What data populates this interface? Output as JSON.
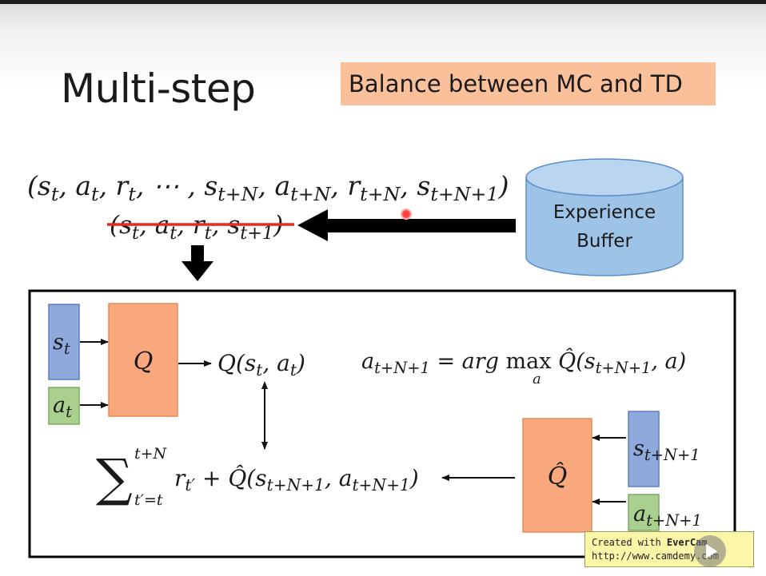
{
  "slide": {
    "title": "Multi-step",
    "banner": "Balance between MC and TD",
    "buffer_label_line1": "Experience",
    "buffer_label_line2": "Buffer"
  },
  "formulas": {
    "sequence": "(s_t, a_t, r_t, ⋯, s_{t+N}, a_{t+N}, r_{t+N}, s_{t+N+1})",
    "struck_tuple": "(s_t, a_t, r_t, s_{t+1})",
    "q_output": "Q(s_t, a_t)",
    "action_select": "a_{t+N+1} = arg max_a Q̂(s_{t+N+1}, a)",
    "target": "Σ_{t'=t}^{t+N} r_{t'} + Q̂(s_{t+N+1}, a_{t+N+1})"
  },
  "boxes": {
    "q_label": "Q",
    "qhat_label": "Q̂",
    "input_s": "s_t",
    "input_a": "a_t",
    "input_s_next": "s_{t+N+1}",
    "input_a_next": "a_{t+N+1}"
  },
  "colors": {
    "q_box": "#f9a77c",
    "state_box": "#8ea9db",
    "action_box": "#a9d08e",
    "cylinder": "#9dc3e6",
    "banner": "#f9c09a",
    "strike": "#e8291c"
  },
  "watermark": {
    "line1_prefix": "Created with ",
    "line1_brand": "EverCam",
    "line2": "http://www.camdemy.com"
  }
}
